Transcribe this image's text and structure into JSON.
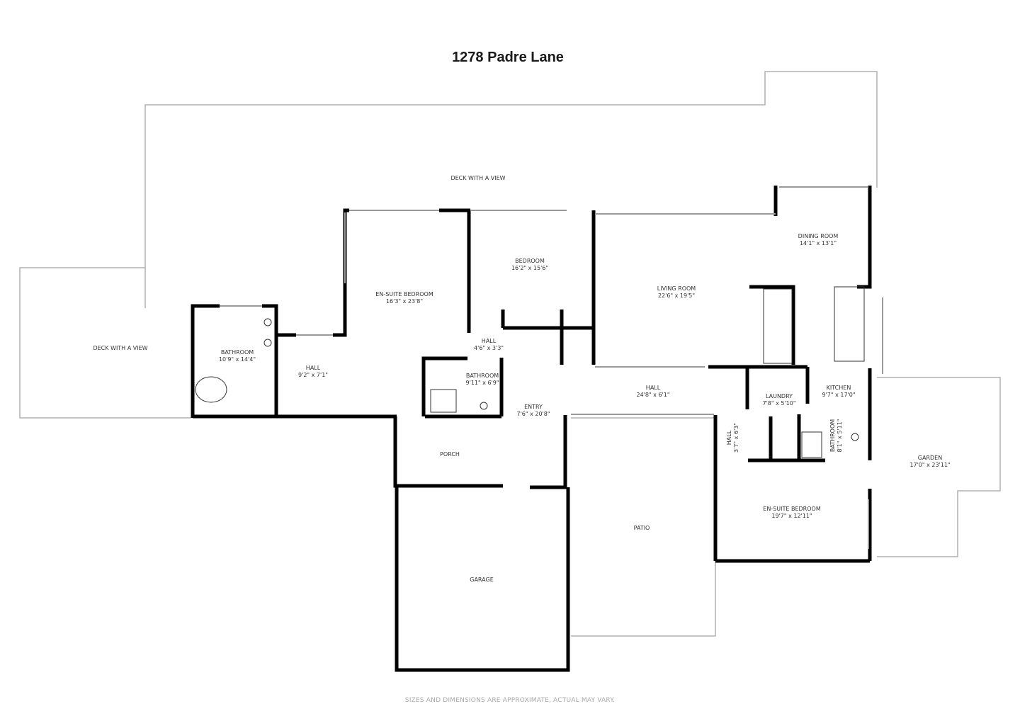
{
  "title": "1278 Padre Lane",
  "footer_note": "SIZES AND DIMENSIONS ARE APPROXIMATE, ACTUAL MAY VARY.",
  "rooms": [
    {
      "id": "deck-top",
      "name": "DECK WITH A VIEW",
      "dims": ""
    },
    {
      "id": "deck-left",
      "name": "DECK WITH A VIEW",
      "dims": ""
    },
    {
      "id": "bathroom-master",
      "name": "BATHROOM",
      "dims": "10'9\" x 14'4\""
    },
    {
      "id": "hall-west",
      "name": "HALL",
      "dims": "9'2\" x 7'1\""
    },
    {
      "id": "ensuite-bedroom-west",
      "name": "EN-SUITE BEDROOM",
      "dims": "16'3\" x 23'8\""
    },
    {
      "id": "bedroom",
      "name": "BEDROOM",
      "dims": "16'2\" x 15'6\""
    },
    {
      "id": "hall-small",
      "name": "HALL",
      "dims": "4'6\" x 3'3\""
    },
    {
      "id": "bathroom-center",
      "name": "BATHROOM",
      "dims": "9'11\" x 6'9\""
    },
    {
      "id": "entry",
      "name": "ENTRY",
      "dims": "7'6\" x 20'8\""
    },
    {
      "id": "living-room",
      "name": "LIVING ROOM",
      "dims": "22'6\" x 19'5\""
    },
    {
      "id": "dining-room",
      "name": "DINING ROOM",
      "dims": "14'1\" x 13'1\""
    },
    {
      "id": "hall-main",
      "name": "HALL",
      "dims": "24'8\" x 6'1\""
    },
    {
      "id": "laundry",
      "name": "LAUNDRY",
      "dims": "7'8\" x 5'10\""
    },
    {
      "id": "kitchen",
      "name": "KITCHEN",
      "dims": "9'7\" x 17'0\""
    },
    {
      "id": "hall-east",
      "name": "HALL",
      "dims": "3'7\" x 6'3\""
    },
    {
      "id": "bathroom-east",
      "name": "BATHROOM",
      "dims": "8'1\" x 5'11\""
    },
    {
      "id": "porch",
      "name": "PORCH",
      "dims": ""
    },
    {
      "id": "ensuite-bedroom-east",
      "name": "EN-SUITE BEDROOM",
      "dims": "19'7\" x 12'11\""
    },
    {
      "id": "garden",
      "name": "GARDEN",
      "dims": "17'0\" x 23'11\""
    },
    {
      "id": "patio",
      "name": "PATIO",
      "dims": ""
    },
    {
      "id": "garage",
      "name": "GARAGE",
      "dims": ""
    }
  ],
  "colors": {
    "wall": "#000000",
    "outdoor_outline": "#b0b0b0",
    "window": "#9a9a9a",
    "text": "#333333"
  }
}
